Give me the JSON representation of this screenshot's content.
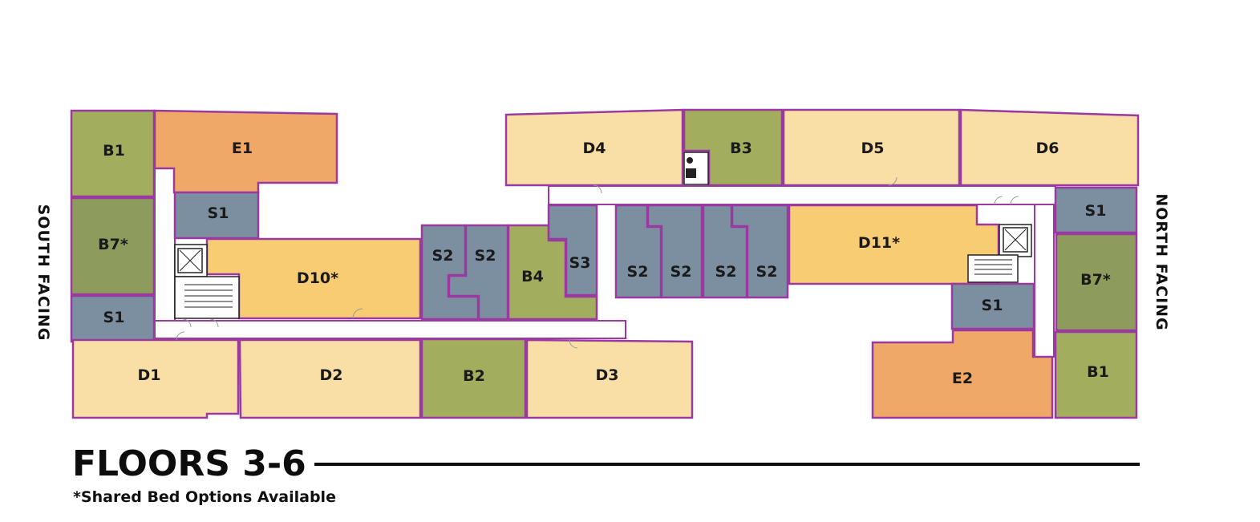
{
  "title": "FLOORS 3-6",
  "footnote": "*Shared Bed Options Available",
  "orientation": {
    "left": "SOUTH FACING",
    "right": "NORTH FACING"
  },
  "colors": {
    "B": "#a3ad5e",
    "B7": "#8d9c5d",
    "E": "#f0a868",
    "D": "#f9dfa6",
    "D-star": "#f8cc72",
    "S": "#7b8fa0",
    "outline": "#9a3aa0"
  },
  "rooms": [
    {
      "id": "b1-south",
      "label": "B1",
      "type": "B"
    },
    {
      "id": "e1",
      "label": "E1",
      "type": "E"
    },
    {
      "id": "s1-a",
      "label": "S1",
      "type": "S"
    },
    {
      "id": "b7-south",
      "label": "B7*",
      "type": "B7"
    },
    {
      "id": "s1-b",
      "label": "S1",
      "type": "S"
    },
    {
      "id": "d10",
      "label": "D10*",
      "type": "D-star"
    },
    {
      "id": "s2-a",
      "label": "S2",
      "type": "S"
    },
    {
      "id": "s2-b",
      "label": "S2",
      "type": "S"
    },
    {
      "id": "b4",
      "label": "B4",
      "type": "B"
    },
    {
      "id": "s3",
      "label": "S3",
      "type": "S"
    },
    {
      "id": "d1",
      "label": "D1",
      "type": "D"
    },
    {
      "id": "d2",
      "label": "D2",
      "type": "D"
    },
    {
      "id": "b2",
      "label": "B2",
      "type": "B"
    },
    {
      "id": "d3",
      "label": "D3",
      "type": "D"
    },
    {
      "id": "d4",
      "label": "D4",
      "type": "D"
    },
    {
      "id": "b3",
      "label": "B3",
      "type": "B"
    },
    {
      "id": "d5",
      "label": "D5",
      "type": "D"
    },
    {
      "id": "d6",
      "label": "D6",
      "type": "D"
    },
    {
      "id": "s2-c",
      "label": "S2",
      "type": "S"
    },
    {
      "id": "s2-d",
      "label": "S2",
      "type": "S"
    },
    {
      "id": "s2-e",
      "label": "S2",
      "type": "S"
    },
    {
      "id": "s2-f",
      "label": "S2",
      "type": "S"
    },
    {
      "id": "d11",
      "label": "D11*",
      "type": "D-star"
    },
    {
      "id": "s1-c",
      "label": "S1",
      "type": "S"
    },
    {
      "id": "s1-d",
      "label": "S1",
      "type": "S"
    },
    {
      "id": "b7-north",
      "label": "B7*",
      "type": "B7"
    },
    {
      "id": "e2",
      "label": "E2",
      "type": "E"
    },
    {
      "id": "b1-north",
      "label": "B1",
      "type": "B"
    }
  ]
}
